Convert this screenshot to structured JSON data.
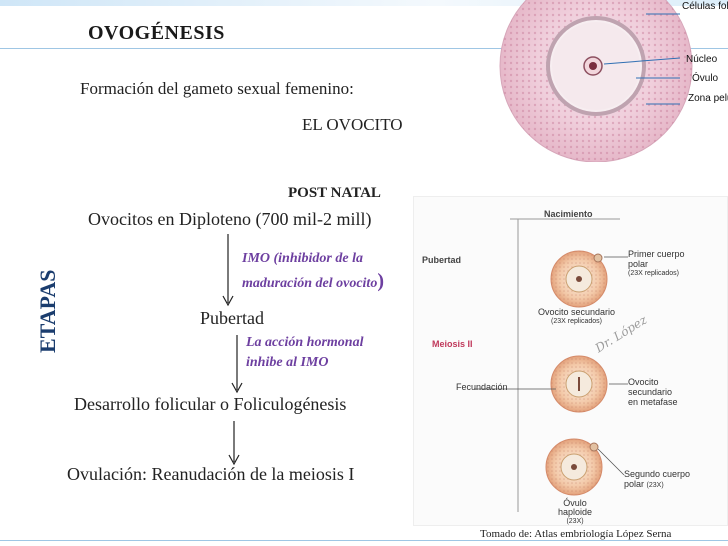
{
  "header": {
    "title": "OVOGÉNESIS",
    "subtitle": "Formación del gameto sexual femenino:",
    "subject": "EL OVOCITO"
  },
  "stages": {
    "side_label": "ETAPAS",
    "period": "POST NATAL",
    "step1": "Ovocitos en Diploteno (700 mil-2 mill)",
    "imo_line1": "IMO (inhibidor de la",
    "imo_line2": "maduración del ovocito",
    "imo_paren": ")",
    "step2": "Pubertad",
    "hormone_line1": "La acción hormonal",
    "hormone_line2": "inhibe al IMO",
    "step3": "Desarrollo folicular o Foliculogénesis",
    "step4": "Ovulación: Reanudación de la meiosis I"
  },
  "top_figure": {
    "labels": [
      "Células foliculares",
      "Núcleo",
      "Óvulo",
      "Zona pelúcida"
    ]
  },
  "meiosis_figure": {
    "nacimiento": "Nacimiento",
    "pubertad": "Pubertad",
    "meiosis": "Meiosis II",
    "fecundacion": "Fecundación",
    "primer_cuerpo_1": "Primer cuerpo",
    "primer_cuerpo_2": "polar",
    "primer_cuerpo_3": "(23X replicados)",
    "secundario_1": "Ovocito secundario",
    "secundario_2": "(23X replicados)",
    "metafase_1": "Ovocito",
    "metafase_2": "secundario",
    "metafase_3": "en metafase",
    "segundo_1": "Segundo cuerpo",
    "segundo_2": "polar",
    "segundo_3": "(23X)",
    "ovulo_1": "Óvulo",
    "ovulo_2": "haploide",
    "ovulo_3": "(23X)",
    "watermark": "Dr. López"
  },
  "caption": "Tomado de: Atlas embriología López  Serna"
}
